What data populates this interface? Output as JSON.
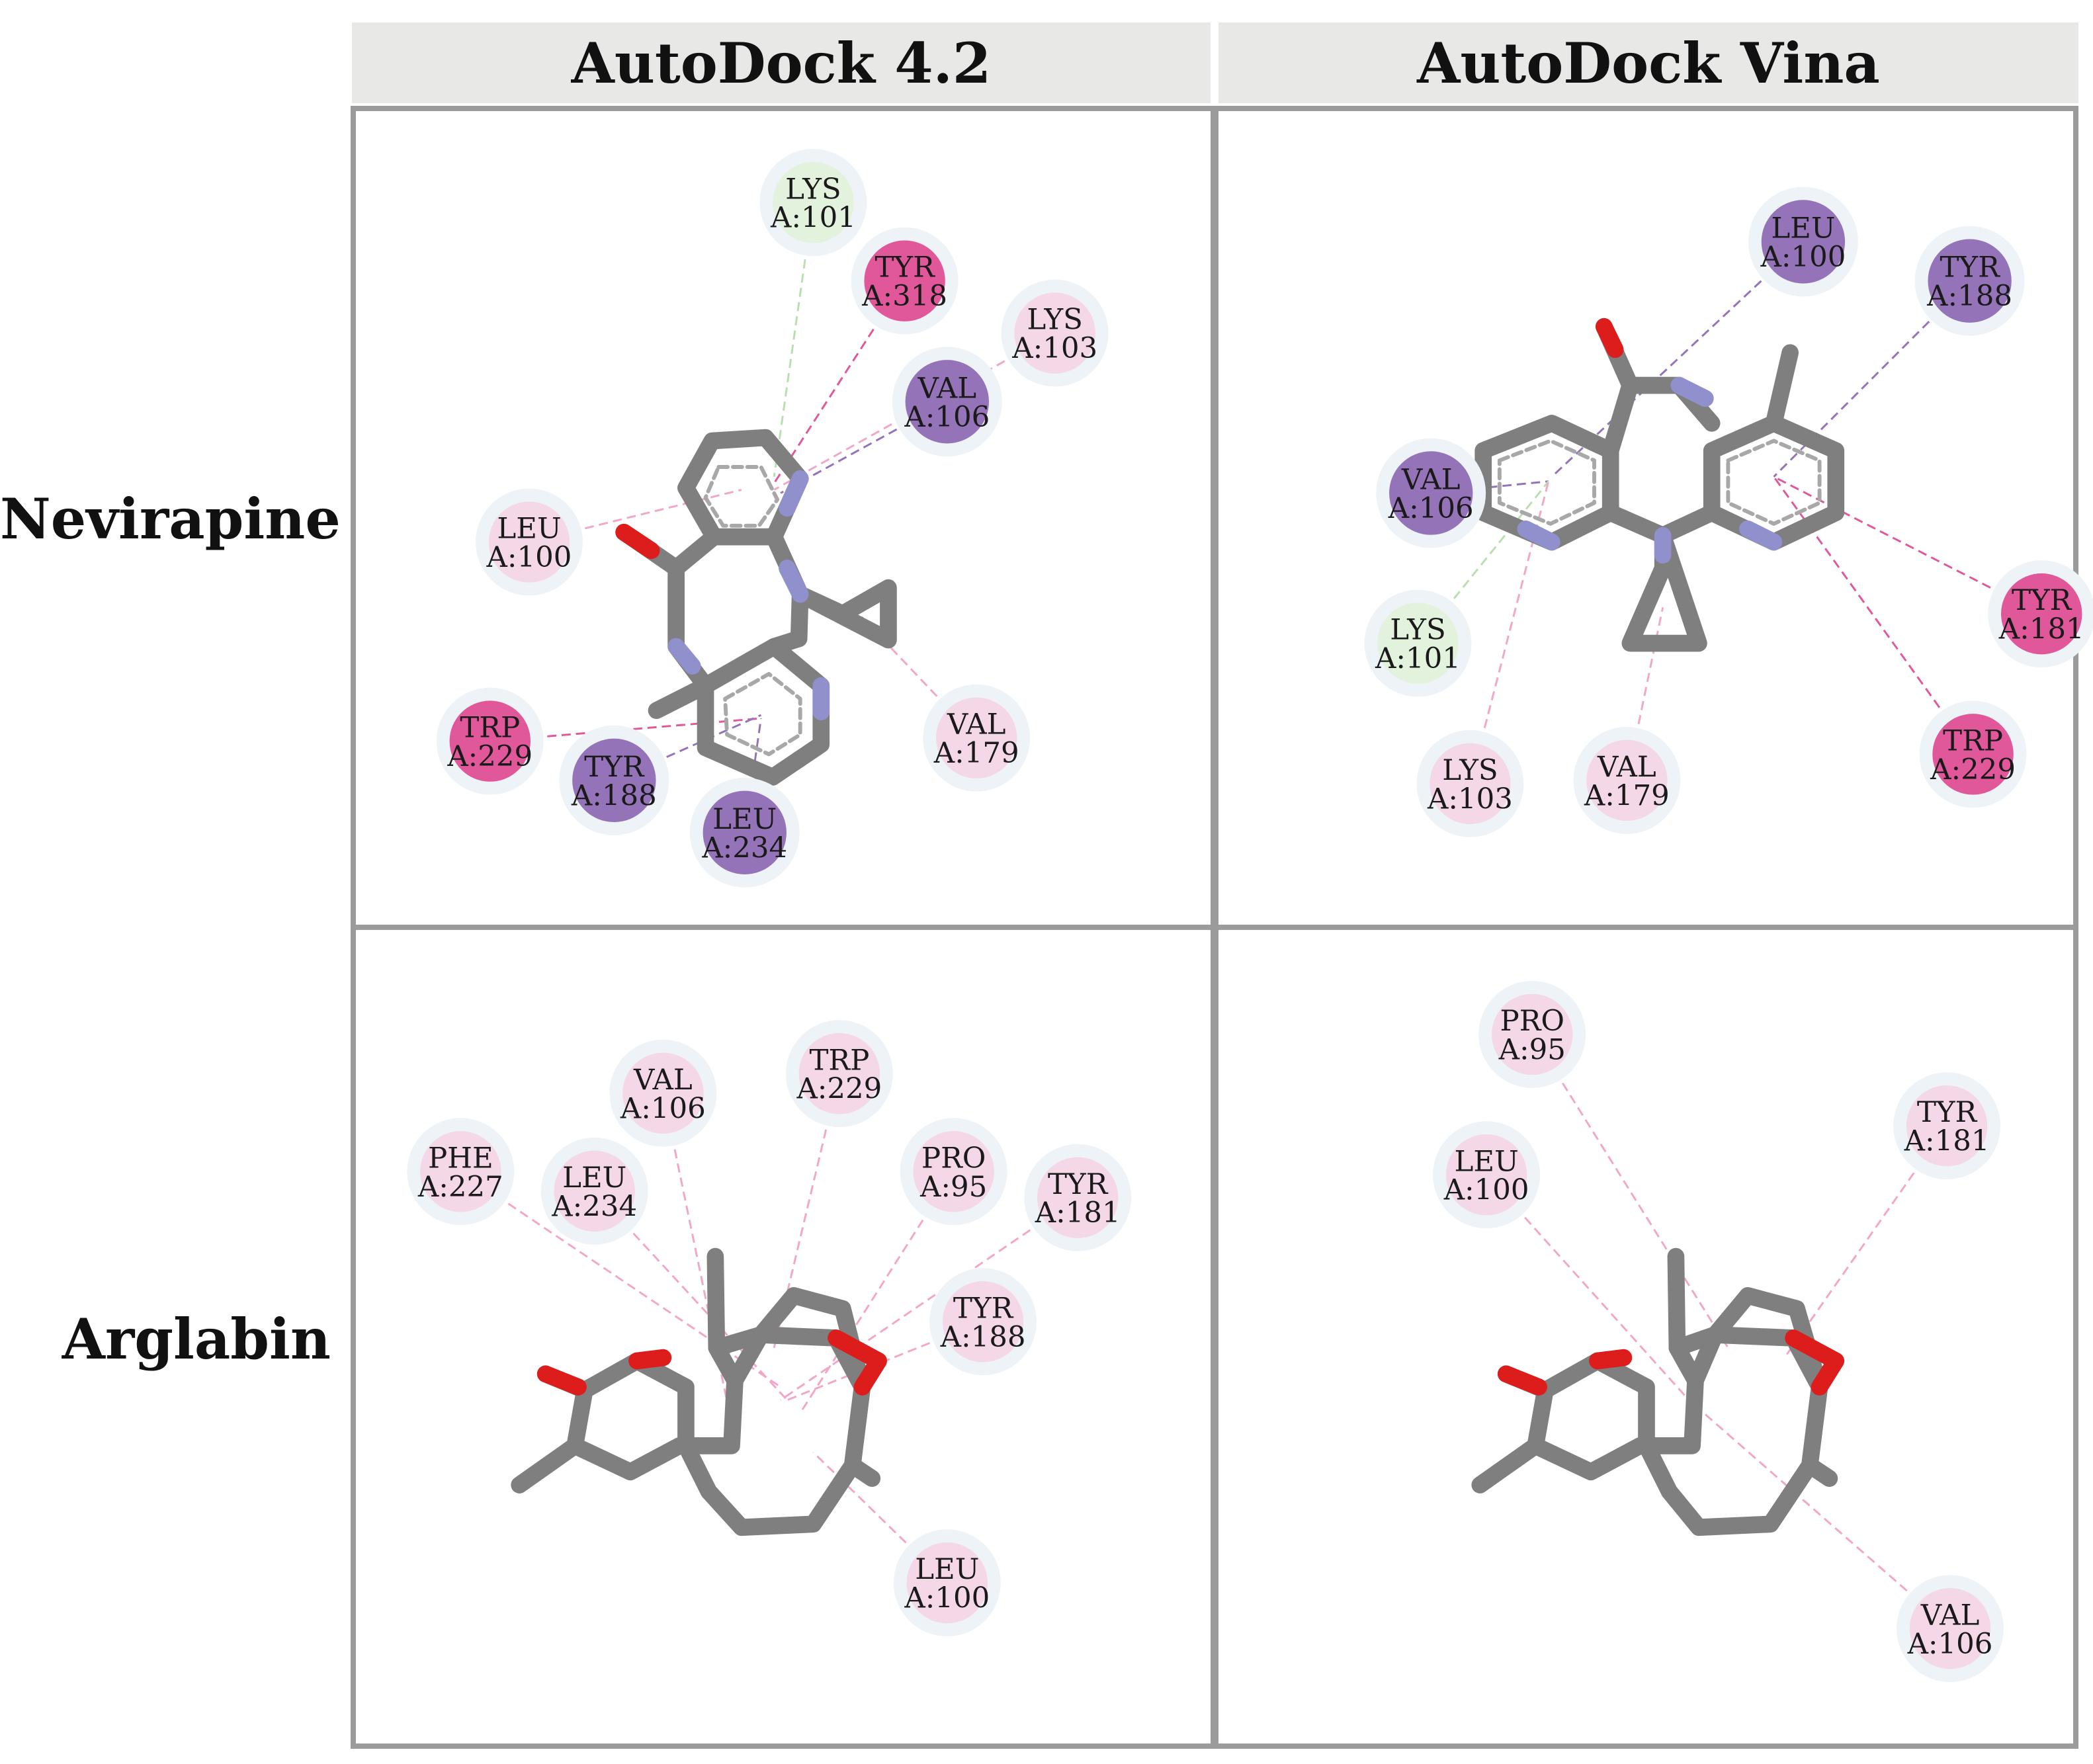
{
  "columns": [
    "AutoDock 4.2",
    "AutoDock Vina"
  ],
  "rows": [
    "Nevirapine",
    "Arglabin"
  ],
  "colors": {
    "carbon": "#7f7f7f",
    "nitrogen": "#9090cc",
    "oxygen": "#dd1c1c",
    "hbond_green": "#e2f2dc",
    "pi_purple": "#9473b8",
    "pi_pink": "#e0589a",
    "alkyl_light": "#f4d8e8",
    "panel_border": "#9b9b9b",
    "header_bg": "#e8e8e6"
  },
  "panels": [
    {
      "id": "nevirapine-autodock42",
      "residues": [
        {
          "name": "LYS",
          "id": "A:101",
          "type": "hbond"
        },
        {
          "name": "TYR",
          "id": "A:318",
          "type": "pi-pi"
        },
        {
          "name": "LYS",
          "id": "A:103",
          "type": "alkyl"
        },
        {
          "name": "VAL",
          "id": "A:106",
          "type": "pi-sigma"
        },
        {
          "name": "LEU",
          "id": "A:100",
          "type": "alkyl"
        },
        {
          "name": "TRP",
          "id": "A:229",
          "type": "pi-pi"
        },
        {
          "name": "TYR",
          "id": "A:188",
          "type": "pi-sigma"
        },
        {
          "name": "LEU",
          "id": "A:234",
          "type": "pi-sigma"
        },
        {
          "name": "VAL",
          "id": "A:179",
          "type": "alkyl"
        }
      ]
    },
    {
      "id": "nevirapine-vina",
      "residues": [
        {
          "name": "LEU",
          "id": "A:100",
          "type": "pi-sigma"
        },
        {
          "name": "TYR",
          "id": "A:188",
          "type": "pi-sigma"
        },
        {
          "name": "VAL",
          "id": "A:106",
          "type": "pi-sigma"
        },
        {
          "name": "TYR",
          "id": "A:181",
          "type": "pi-pi"
        },
        {
          "name": "LYS",
          "id": "A:101",
          "type": "hbond"
        },
        {
          "name": "TRP",
          "id": "A:229",
          "type": "pi-pi"
        },
        {
          "name": "LYS",
          "id": "A:103",
          "type": "alkyl"
        },
        {
          "name": "VAL",
          "id": "A:179",
          "type": "alkyl"
        }
      ]
    },
    {
      "id": "arglabin-autodock42",
      "residues": [
        {
          "name": "VAL",
          "id": "A:106",
          "type": "alkyl"
        },
        {
          "name": "TRP",
          "id": "A:229",
          "type": "alkyl"
        },
        {
          "name": "PHE",
          "id": "A:227",
          "type": "alkyl"
        },
        {
          "name": "PRO",
          "id": "A:95",
          "type": "alkyl"
        },
        {
          "name": "LEU",
          "id": "A:234",
          "type": "alkyl"
        },
        {
          "name": "TYR",
          "id": "A:181",
          "type": "alkyl"
        },
        {
          "name": "TYR",
          "id": "A:188",
          "type": "alkyl"
        },
        {
          "name": "LEU",
          "id": "A:100",
          "type": "alkyl"
        }
      ]
    },
    {
      "id": "arglabin-vina",
      "residues": [
        {
          "name": "PRO",
          "id": "A:95",
          "type": "alkyl"
        },
        {
          "name": "TYR",
          "id": "A:181",
          "type": "alkyl"
        },
        {
          "name": "LEU",
          "id": "A:100",
          "type": "alkyl"
        },
        {
          "name": "VAL",
          "id": "A:106",
          "type": "alkyl"
        }
      ]
    }
  ]
}
